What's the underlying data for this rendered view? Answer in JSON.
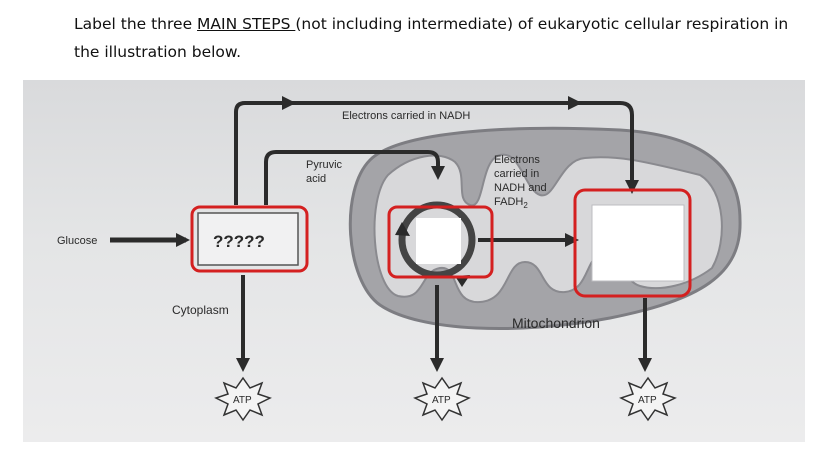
{
  "question": {
    "before": "Label the three ",
    "underlined": "MAIN STEPS ",
    "after": "(not including intermediate) of eukaryotic cellular respiration in the illustration below."
  },
  "diagram": {
    "electrons_nadh": "Electrons carried in NADH",
    "pyruvic_line1": "Pyruvic",
    "pyruvic_line2": "acid",
    "electrons_fadh_line1": "Electrons",
    "electrons_fadh_line2": "carried in",
    "electrons_fadh_line3": "NADH and",
    "electrons_fadh_line4": "FADH",
    "fadh_subscript": "2",
    "glucose": "Glucose",
    "step1_label": "?????",
    "cytoplasm": "Cytoplasm",
    "mitochondrion": "Mitochondrion",
    "atp1": "ATP",
    "atp2": "ATP",
    "atp3": "ATP"
  },
  "colors": {
    "highlight_box": "#d42020",
    "arrow": "#2b2b2b",
    "mitochondrion": "#9b9b9f"
  }
}
